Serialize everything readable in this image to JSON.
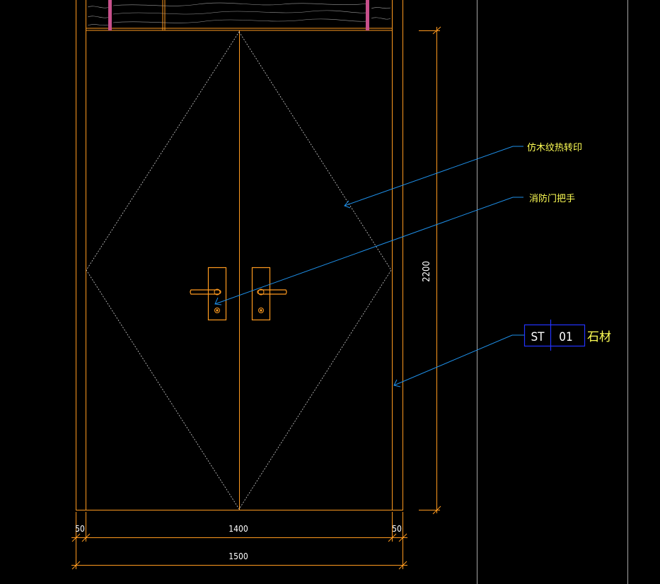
{
  "colors": {
    "background": "#000000",
    "frame": "#ff9a1f",
    "hatch": "#c8c8c8",
    "leader": "#1e8fe8",
    "annotation_text": "#ffff55",
    "tag_border": "#2233ff",
    "mullion": "#c8508c",
    "guide": "#a6a6a6"
  },
  "dimensions": {
    "height": "2200",
    "left_frame": "50",
    "door_width": "1400",
    "right_frame": "50",
    "overall_width": "1500"
  },
  "annotations": {
    "wood_grain_finish": "仿木纹热转印",
    "fire_door_handle": "消防门把手",
    "material_label": "石材"
  },
  "material_tag": {
    "code": "ST",
    "number": "01"
  },
  "icons": {
    "handle": "door-lever-handle-icon",
    "lock": "keyhole-lock-icon",
    "leader_arrow": "leader-arrow-icon"
  }
}
